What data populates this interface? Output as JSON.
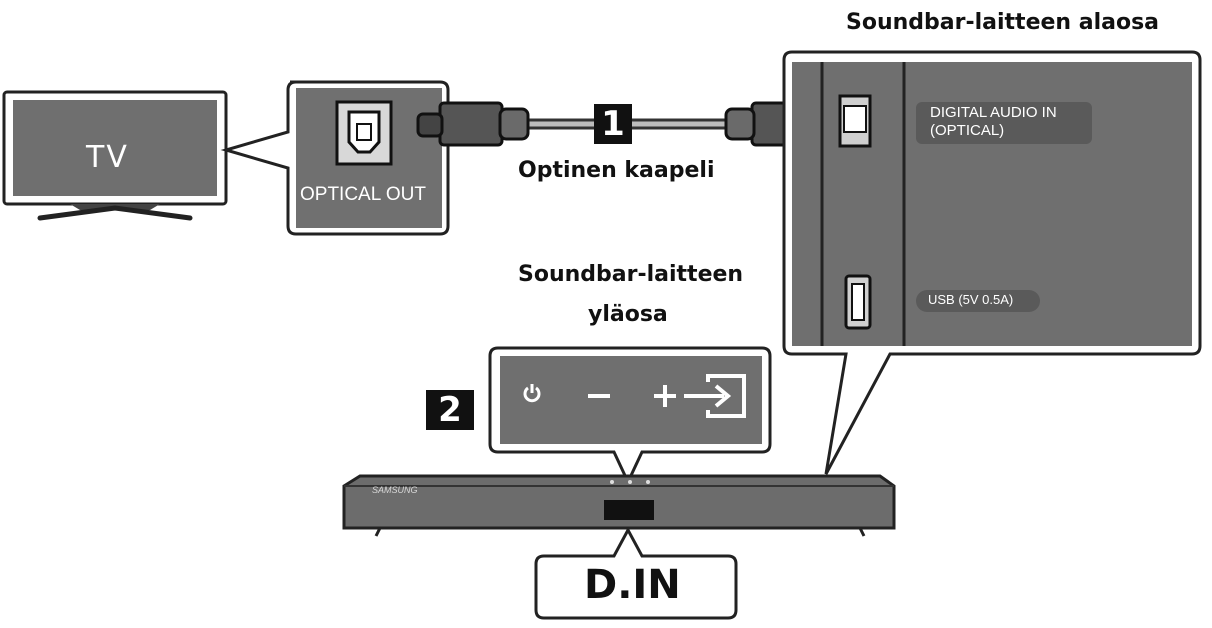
{
  "labels": {
    "tv": "TV",
    "optical_out": "OPTICAL OUT",
    "cable": "Optinen kaapeli",
    "bottom_title": "Soundbar-laitteen alaosa",
    "top_title_line1": "Soundbar-laitteen",
    "top_title_line2": "yläosa",
    "digital_in_line1": "DIGITAL AUDIO IN",
    "digital_in_line2": "(OPTICAL)",
    "usb": "USB (5V 0.5A)",
    "din": "D.IN",
    "step1": "1",
    "step2": "2",
    "brand": "SAMSUNG"
  },
  "icons": {
    "power": "power-icon",
    "minus": "minus-icon",
    "plus": "plus-icon",
    "source": "source-input-icon"
  },
  "colors": {
    "panel_gray": "#6f6f6f",
    "outline": "#222222",
    "label_bg": "#5a5a5a",
    "white": "#ffffff"
  }
}
